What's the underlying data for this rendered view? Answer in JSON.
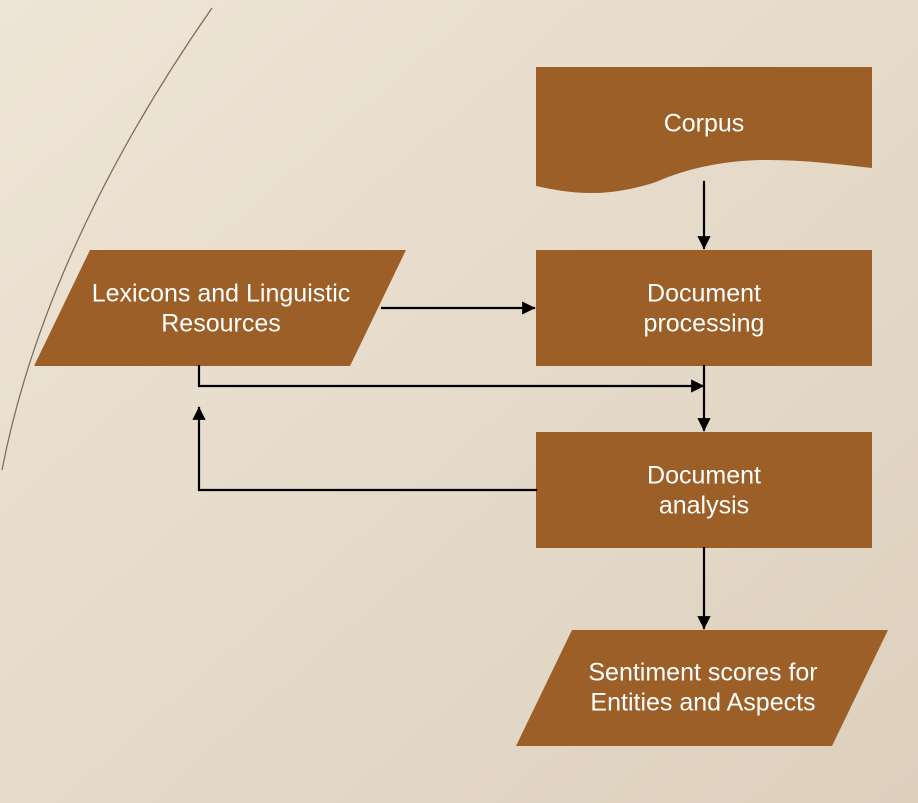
{
  "colors": {
    "background_light": "#efe5d6",
    "background_dark": "#ddd0bd",
    "node_fill": "#9c5f28",
    "node_text": "#ffffff",
    "connector": "#000000",
    "decor_line": "#7f7158"
  },
  "nodes": {
    "corpus": {
      "label": "Corpus",
      "shape": "document"
    },
    "lexicons": {
      "line1": "Lexicons and Linguistic",
      "line2": "Resources",
      "shape": "parallelogram"
    },
    "processing": {
      "line1": "Document",
      "line2": "processing",
      "shape": "rectangle"
    },
    "analysis": {
      "line1": "Document",
      "line2": "analysis",
      "shape": "rectangle"
    },
    "sentiment": {
      "line1": "Sentiment scores for",
      "line2": "Entities and Aspects",
      "shape": "parallelogram"
    }
  },
  "edges": [
    {
      "from": "corpus",
      "to": "processing"
    },
    {
      "from": "lexicons",
      "to": "processing"
    },
    {
      "from": "lexicons",
      "to": "analysis"
    },
    {
      "from": "processing",
      "to": "analysis"
    },
    {
      "from": "analysis",
      "to": "lexicons"
    },
    {
      "from": "analysis",
      "to": "sentiment"
    }
  ]
}
